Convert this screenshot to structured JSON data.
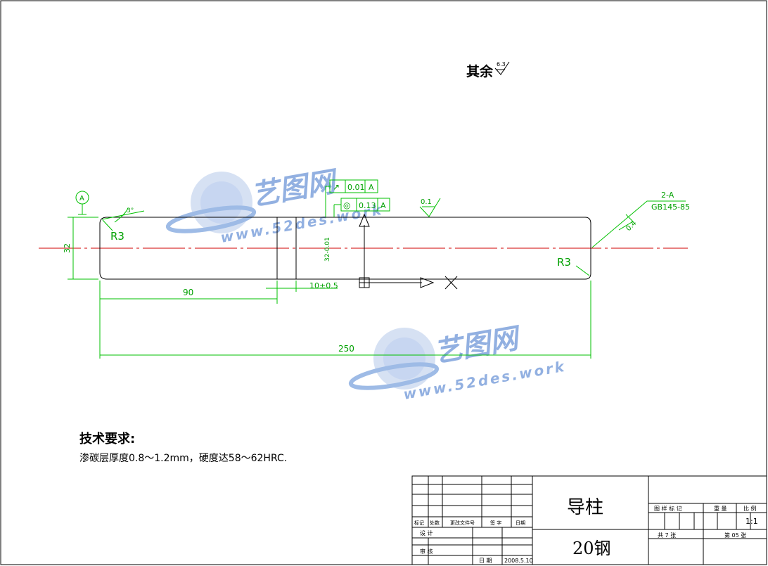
{
  "surface_note": {
    "prefix": "其余",
    "value": "6.3"
  },
  "datum_label": "A",
  "tolerances": [
    {
      "symbol": "↗",
      "value": "0.01",
      "datum": "A"
    },
    {
      "symbol": "◎",
      "value": "0.13",
      "datum": "A"
    }
  ],
  "roughness_top": "0.1",
  "roughness_angle": "0.4",
  "dims": {
    "diameter_left": "32",
    "diameter_mid": "32-0.01",
    "angle": "3°",
    "radius_left": "R3",
    "radius_right": "R3",
    "length_a": "90",
    "groove": "10±0.5",
    "length_total": "250"
  },
  "center_hole": {
    "count": "2-A",
    "standard": "GB145-85"
  },
  "tech": {
    "title": "技术要求:",
    "line": "渗碳层厚度0.8～1.2mm，硬度达58～62HRC."
  },
  "title_block": {
    "part_name": "导柱",
    "material": "20钢",
    "scale_value": "1:1",
    "sheets_total": "共 7 张",
    "sheet_no": "第 05 张",
    "headers": [
      "图 样 标 记",
      "重 量",
      "比 例"
    ],
    "rev_headers": [
      "标记",
      "处数",
      "更改文件号",
      "签 字",
      "日期"
    ],
    "design": "设 计",
    "review": "审 核",
    "date_label": "日 期",
    "date_value": "2008.5.10"
  },
  "watermark": {
    "brand": "艺图网",
    "url": "www.52des.work"
  }
}
